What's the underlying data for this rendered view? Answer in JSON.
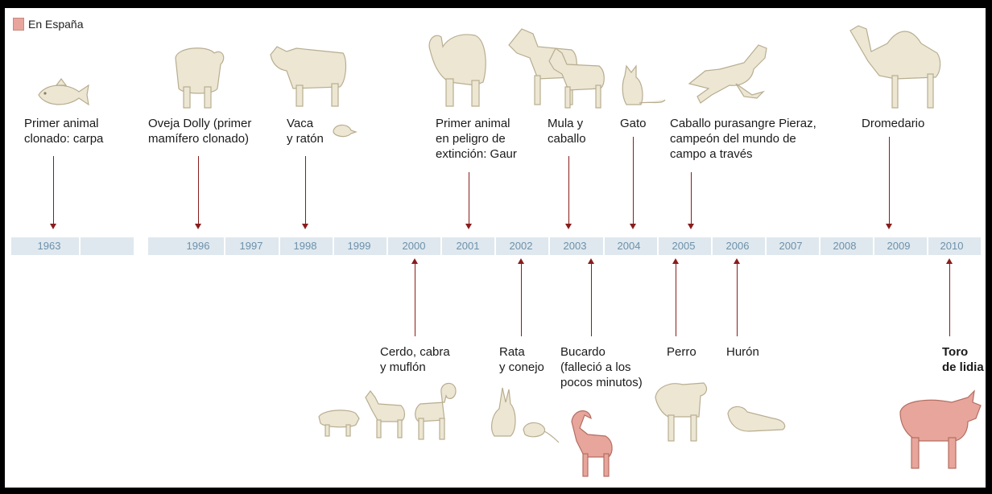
{
  "legend": {
    "label": "En España",
    "color": "#e8a59b"
  },
  "years": [
    "1963",
    "1996",
    "1997",
    "1998",
    "1999",
    "2000",
    "2001",
    "2002",
    "2003",
    "2004",
    "2005",
    "2006",
    "2007",
    "2008",
    "2009",
    "2010"
  ],
  "top_events": [
    {
      "year": "1963",
      "lines": [
        "Primer animal",
        "clonado: carpa"
      ]
    },
    {
      "year": "1996",
      "lines": [
        "Oveja Dolly (primer",
        "mamífero clonado)"
      ]
    },
    {
      "year": "1998",
      "lines": [
        "Vaca",
        "y ratón"
      ]
    },
    {
      "year": "2001",
      "lines": [
        "Primer animal",
        "en peligro de",
        "extinción: Gaur"
      ]
    },
    {
      "year": "2003",
      "lines": [
        "Mula y",
        "caballo"
      ]
    },
    {
      "year": "2004",
      "lines": [
        "Gato"
      ]
    },
    {
      "year": "2005",
      "lines": [
        "Caballo purasangre Pieraz,",
        "campeón del mundo de",
        "campo a través"
      ]
    },
    {
      "year": "2009",
      "lines": [
        "Dromedario"
      ]
    }
  ],
  "bottom_events": [
    {
      "year": "2000",
      "lines": [
        "Cerdo, cabra",
        "y muflón"
      ]
    },
    {
      "year": "2002",
      "lines": [
        "Rata",
        "y conejo"
      ]
    },
    {
      "year": "2003",
      "lines": [
        "Bucardo",
        "(falleció a los",
        "pocos minutos)"
      ],
      "spain": true
    },
    {
      "year": "2005",
      "lines": [
        "Perro"
      ]
    },
    {
      "year": "2006",
      "lines": [
        "Hurón"
      ]
    },
    {
      "year": "2010",
      "lines": [
        "Toro",
        "de lidia"
      ],
      "spain": true
    }
  ],
  "colors": {
    "arrow": "#8a1c1c",
    "band": "#dfe8ee",
    "year_text": "#6d91ab",
    "animal": "#ece6d3",
    "animal_spain": "#e8a59b"
  },
  "icons": [
    "carp-icon",
    "sheep-icon",
    "cow-icon",
    "mouse-icon",
    "gaur-icon",
    "horse-icon",
    "mule-icon",
    "cat-icon",
    "racehorse-icon",
    "dromedary-icon",
    "pig-icon",
    "goat-icon",
    "mouflon-icon",
    "rabbit-icon",
    "rat-icon",
    "bucardo-icon",
    "dog-icon",
    "ferret-icon",
    "bull-icon"
  ]
}
